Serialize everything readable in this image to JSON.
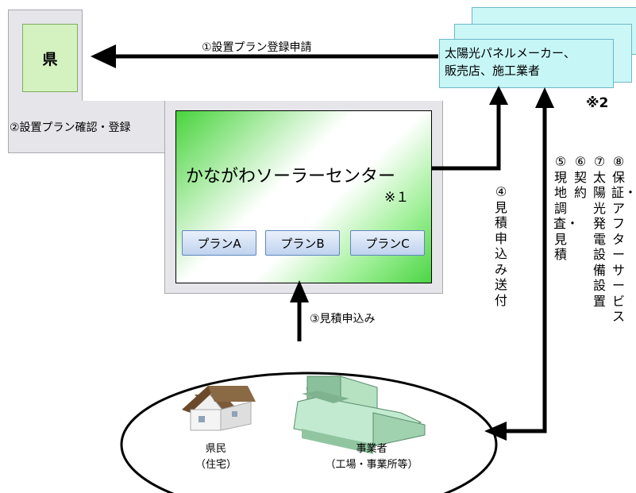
{
  "prefecture": {
    "label": "県"
  },
  "steps": {
    "s1": "①設置プラン登録申請",
    "s2": "②設置プラン確認・登録",
    "s3": "③見積申込み",
    "s4": "④見積申込み送付",
    "s5": "⑤現地調査・見積",
    "s6": "⑥契約",
    "s7": "⑦太陽光発電設備設置",
    "s8": "⑧保証・アフターサービス"
  },
  "center": {
    "title": "かながわソーラーセンター",
    "note": "※１",
    "plans": [
      "プランA",
      "プランB",
      "プランC"
    ]
  },
  "vendor": {
    "line1": "太陽光パネルメーカー、",
    "line2": "販売店、施工業者",
    "note": "※2"
  },
  "customers": {
    "resident_line1": "県民",
    "resident_line2": "（住宅）",
    "business_line1": "事業者",
    "business_line2": "（工場・事業所等）"
  },
  "colors": {
    "center_gradient": "#48d43c",
    "prefecture_fill": "#d4f2c0",
    "vendor_fill": "#ccf7f7",
    "region_gray": "#e5e5ea",
    "plan_button": "#bfd3ee"
  },
  "icons": [
    "house-icon",
    "factory-icon"
  ]
}
